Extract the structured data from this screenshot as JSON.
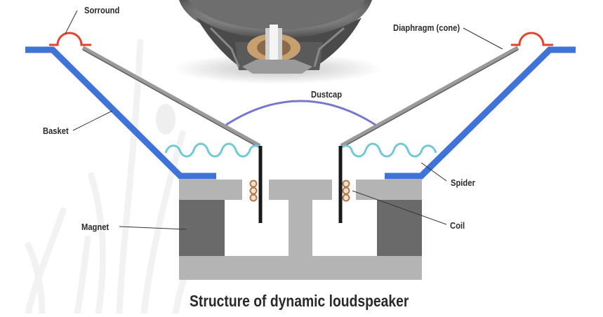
{
  "diagram": {
    "title": "Structure of dynamic loudspeaker",
    "labels": {
      "surround": "Sorround",
      "diaphragm": "Diaphragm (cone)",
      "dustcap": "Dustcap",
      "basket": "Basket",
      "spider": "Spider",
      "magnet": "Magnet",
      "coil": "Coil"
    },
    "colors": {
      "basket": "#3f73d8",
      "cone": "#9a9a9a",
      "surround": "#e0442e",
      "dustcap": "#7878c8",
      "spider": "#74c8d4",
      "magnet": "#6a6a6a",
      "pole_plate": "#b4b4b4",
      "voice_coil_former": "#1a1a1a",
      "coil_wire": "#c89870",
      "background_grass": "#eeeeee"
    }
  }
}
